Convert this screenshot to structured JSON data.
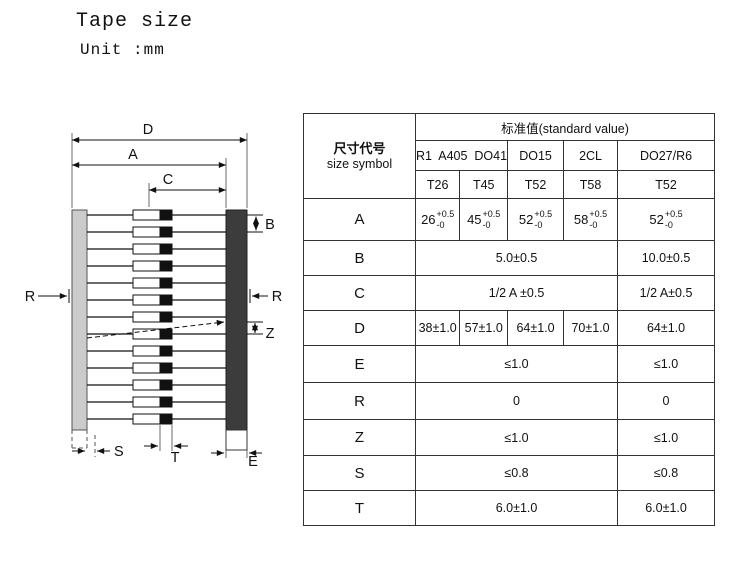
{
  "page": {
    "title": "Tape size",
    "unit": "Unit :mm"
  },
  "diagram": {
    "dim_labels": {
      "D": "D",
      "A": "A",
      "C": "C",
      "B": "B",
      "R_left": "R",
      "R_right": "R",
      "Z": "Z",
      "S": "S",
      "T": "T",
      "E": "E"
    }
  },
  "table": {
    "header": {
      "standard_value": "标准值(standard value)",
      "size_symbol_cn": "尺寸代号",
      "size_symbol_en": "size symbol",
      "type_groups": [
        "R1  A405  DO41",
        "DO15",
        "2CL",
        "DO27/R6"
      ],
      "tape_codes": [
        "T26",
        "T45",
        "T52",
        "T58",
        "T52"
      ]
    },
    "rows": [
      {
        "symbol": "A",
        "cells": [
          {
            "base": "26",
            "sup": "+0.5",
            "sub": "-0"
          },
          {
            "base": "45",
            "sup": "+0.5",
            "sub": "-0"
          },
          {
            "base": "52",
            "sup": "+0.5",
            "sub": "-0"
          },
          {
            "base": "58",
            "sup": "+0.5",
            "sub": "-0"
          },
          {
            "base": "52",
            "sup": "+0.5",
            "sub": "-0"
          }
        ]
      },
      {
        "symbol": "B",
        "merged": "5.0±0.5",
        "last": "10.0±0.5"
      },
      {
        "symbol": "C",
        "merged": "1/2 A ±0.5",
        "last": "1/2 A±0.5"
      },
      {
        "symbol": "D",
        "cells": [
          "38±1.0",
          "57±1.0",
          "64±1.0",
          "70±1.0",
          "64±1.0"
        ]
      },
      {
        "symbol": "E",
        "merged": "≤1.0",
        "last": "≤1.0"
      },
      {
        "symbol": "R",
        "merged": "0",
        "last": "0"
      },
      {
        "symbol": "Z",
        "merged": "≤1.0",
        "last": "≤1.0"
      },
      {
        "symbol": "S",
        "merged": "≤0.8",
        "last": "≤0.8"
      },
      {
        "symbol": "T",
        "merged": "6.0±1.0",
        "last": "6.0±1.0"
      }
    ]
  }
}
